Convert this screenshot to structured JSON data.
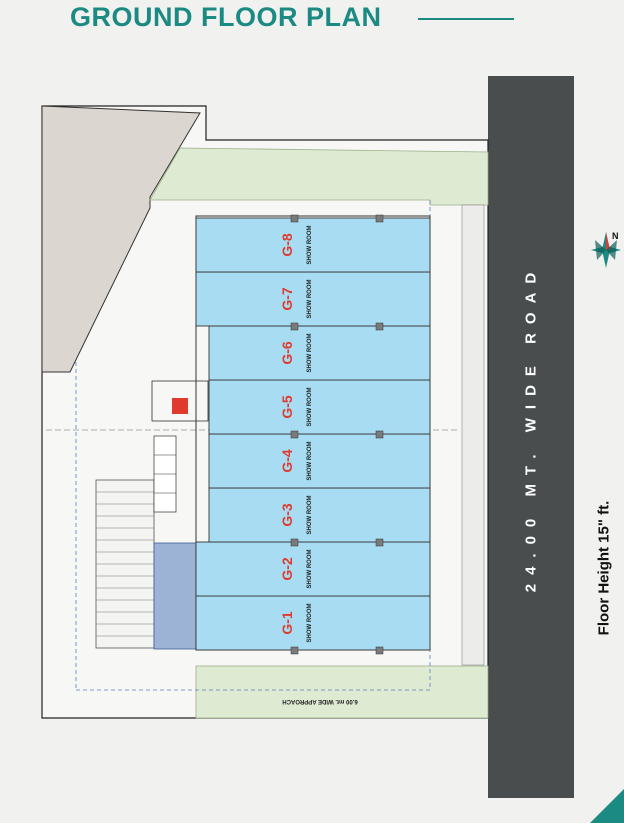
{
  "title": "GROUND FLOOR PLAN",
  "road_label": "24.00 MT. WIDE ROAD",
  "floor_height": "Floor Height 15\" ft.",
  "approach_label": "6.00 mt. WIDE APPROACH",
  "compass_letter": "N",
  "room_type": "SHOW ROOM",
  "colors": {
    "accent": "#1b8a82",
    "room_fill": "#a8dcf2",
    "green_strip": "#dfead2",
    "road": "#4a4d4e",
    "unit_label": "#e0392e"
  },
  "units": [
    {
      "label": "G-1",
      "type": "SHOW ROOM"
    },
    {
      "label": "G-2",
      "type": "SHOW ROOM"
    },
    {
      "label": "G-3",
      "type": "SHOW ROOM"
    },
    {
      "label": "G-4",
      "type": "SHOW ROOM"
    },
    {
      "label": "G-5",
      "type": "SHOW ROOM"
    },
    {
      "label": "G-6",
      "type": "SHOW ROOM"
    },
    {
      "label": "G-7",
      "type": "SHOW ROOM"
    },
    {
      "label": "G-8",
      "type": "SHOW ROOM"
    }
  ]
}
